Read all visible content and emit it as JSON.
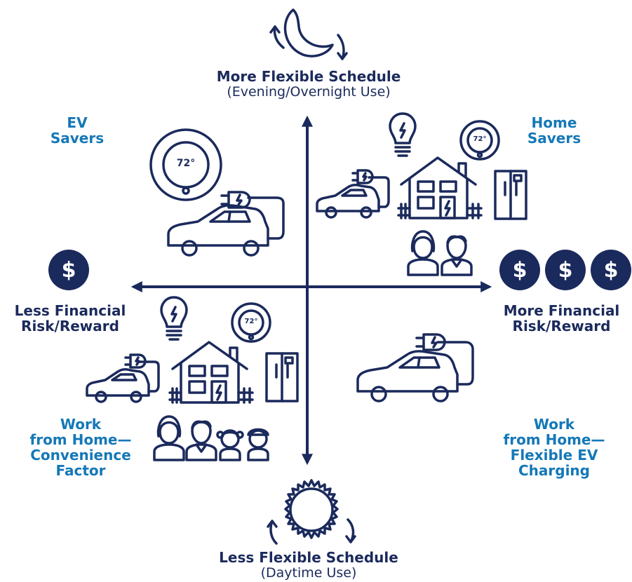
{
  "top": {
    "title": "More Flexible Schedule",
    "subtitle": "(Evening/Overnight Use)"
  },
  "bottom": {
    "title": "Less Flexible Schedule",
    "subtitle": "(Daytime Use)"
  },
  "left": {
    "coin_symbol": "$",
    "line1": "Less Financial",
    "line2": "Risk/Reward"
  },
  "right": {
    "coin_symbol": "$",
    "line1": "More Financial",
    "line2": "Risk/Reward"
  },
  "quadrants": {
    "top_left": [
      "EV",
      "Savers"
    ],
    "top_right": [
      "Home",
      "Savers"
    ],
    "bottom_left": [
      "Work",
      "from Home—",
      "Convenience",
      "Factor"
    ],
    "bottom_right": [
      "Work",
      "from Home—",
      "Flexible EV",
      "Charging"
    ]
  },
  "thermostat_reading": "72°",
  "colors": {
    "navy": "#1b2a5c",
    "accent_blue": "#1478b7"
  },
  "icons": [
    "moon-icon",
    "sun-icon",
    "thermostat-icon",
    "ev-car-icon",
    "plug-icon",
    "lightbulb-icon",
    "house-icon",
    "refrigerator-icon",
    "people-icon",
    "dollar-coin-icon"
  ]
}
